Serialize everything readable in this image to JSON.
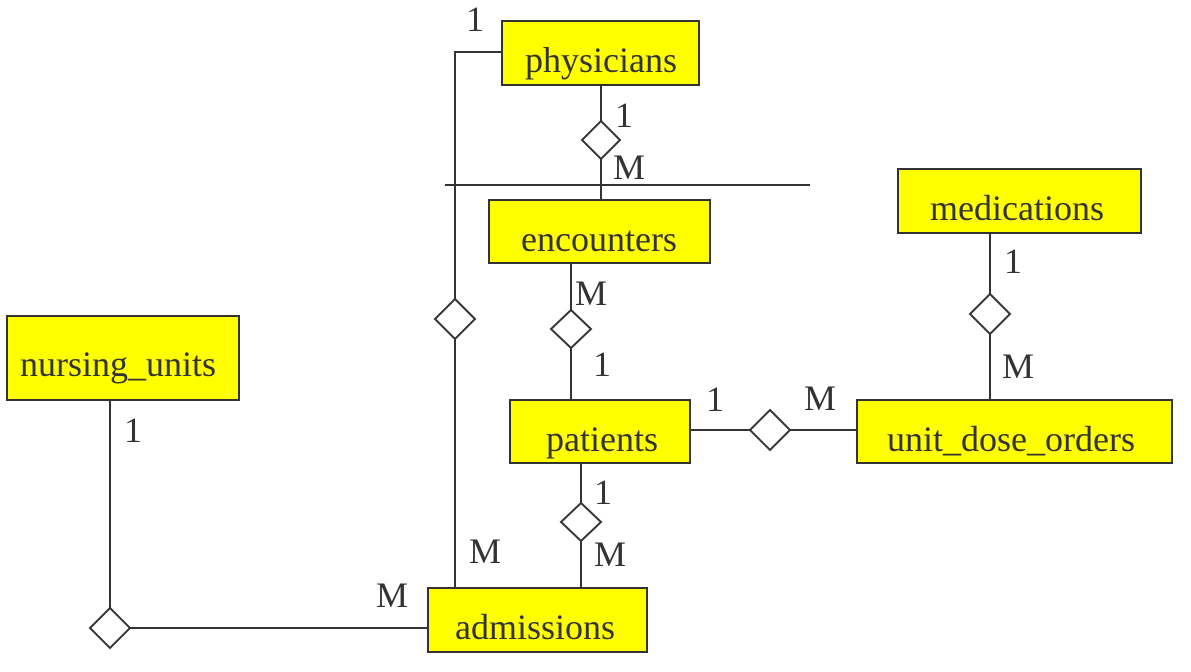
{
  "colors": {
    "entity_fill": "#ffff00",
    "stroke": "#333333",
    "text": "#333333",
    "background": "#ffffff"
  },
  "entities": {
    "physicians": "physicians",
    "encounters": "encounters",
    "medications": "medications",
    "nursing_units": "nursing_units",
    "patients": "patients",
    "unit_dose_orders": "unit_dose_orders",
    "admissions": "admissions"
  },
  "cardinalities": {
    "physicians_top_1": "1",
    "physicians_encounters_1": "1",
    "physicians_encounters_m": "M",
    "encounters_patients_m": "M",
    "encounters_patients_1": "1",
    "medications_orders_1": "1",
    "medications_orders_m": "M",
    "nursing_units_1": "1",
    "patients_orders_1": "1",
    "patients_orders_m": "M",
    "patients_admissions_1": "1",
    "patients_admissions_m": "M",
    "physicians_admissions_m": "M",
    "nursing_admissions_m": "M"
  }
}
